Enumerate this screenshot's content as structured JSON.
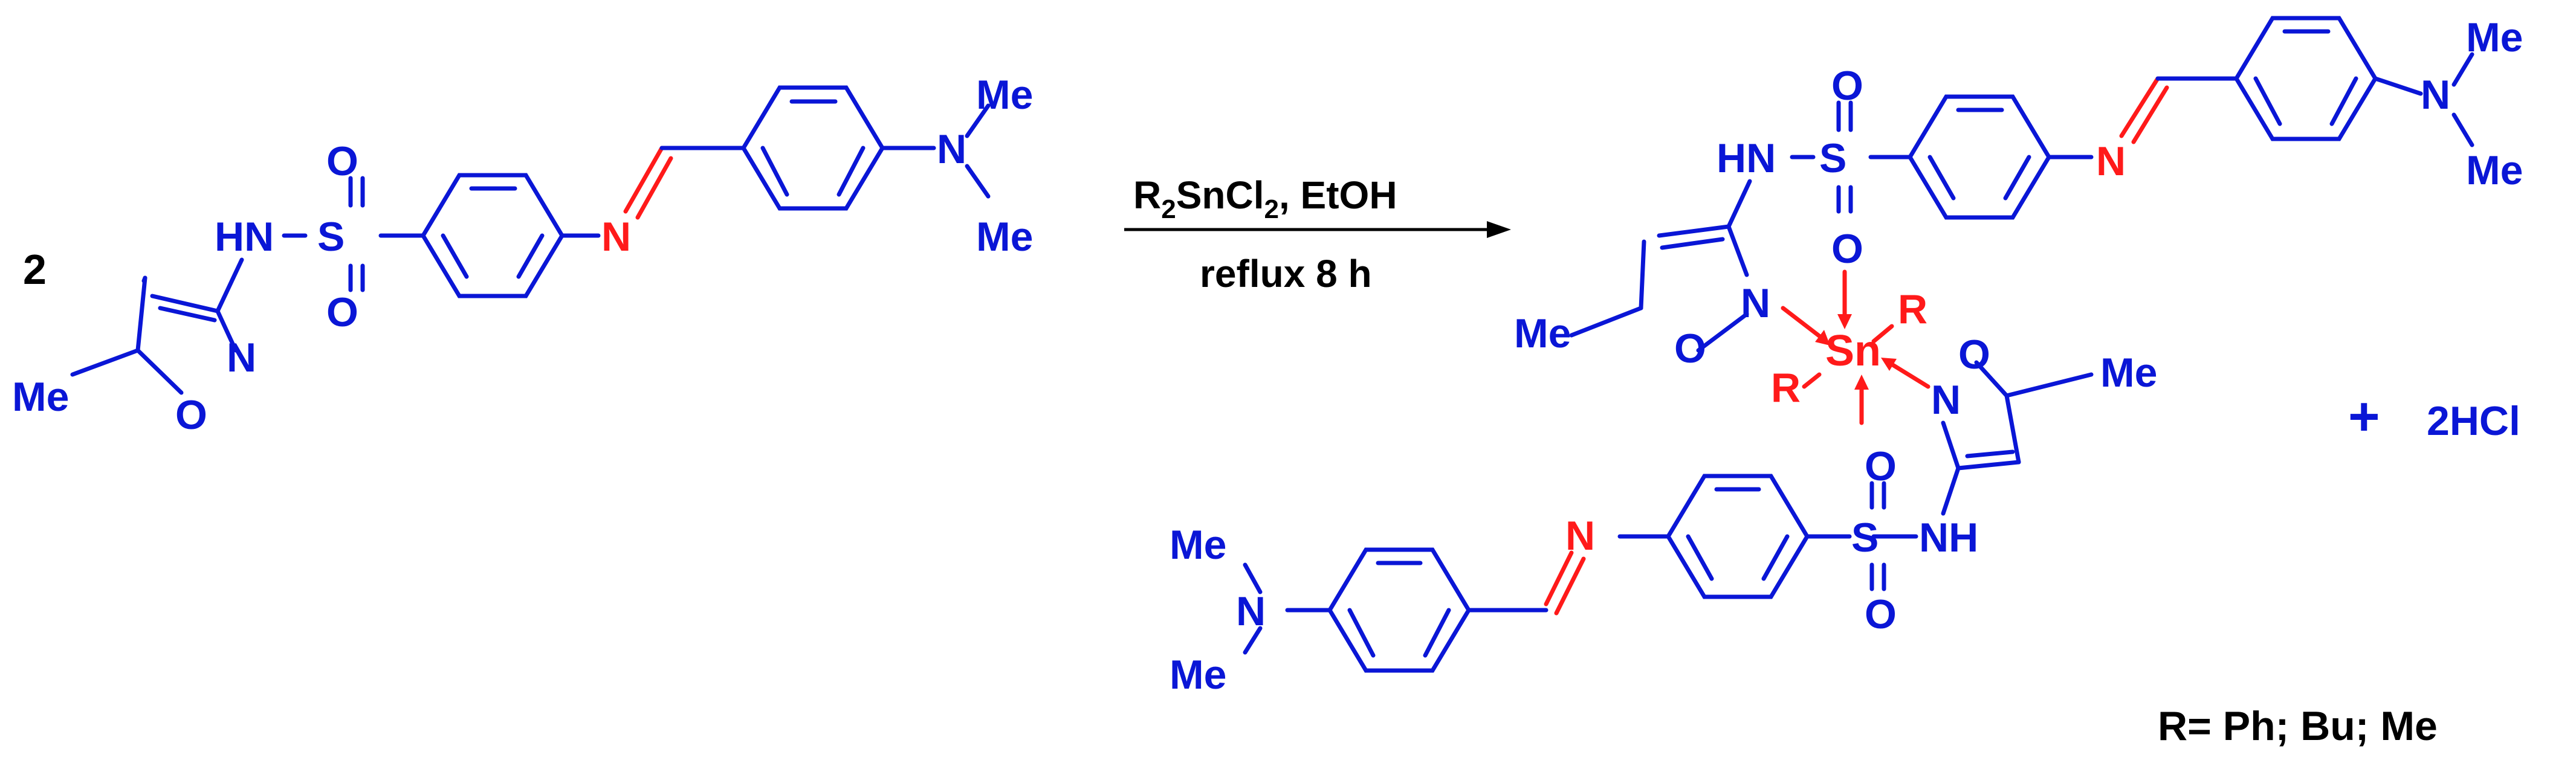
{
  "colors": {
    "structure": "#0a16d6",
    "highlight": "#ff1a1a",
    "text": "#000000",
    "background": "#ffffff"
  },
  "scheme": {
    "reactant_coefficient": "2",
    "reagents": {
      "line1_prefix": "R",
      "line1_sub1": "2",
      "line1_mid": "SnCl",
      "line1_sub2": "2",
      "line1_suffix": ", EtOH",
      "line2": "reflux 8 h"
    },
    "byproduct_plus": "+",
    "byproduct": "2HCl",
    "footnote": "R= Ph; Bu; Me"
  },
  "labels": {
    "me": "Me",
    "n": "N",
    "o": "O",
    "s": "S",
    "hn": "HN",
    "nh": "NH",
    "sn": "Sn",
    "r": "R"
  }
}
